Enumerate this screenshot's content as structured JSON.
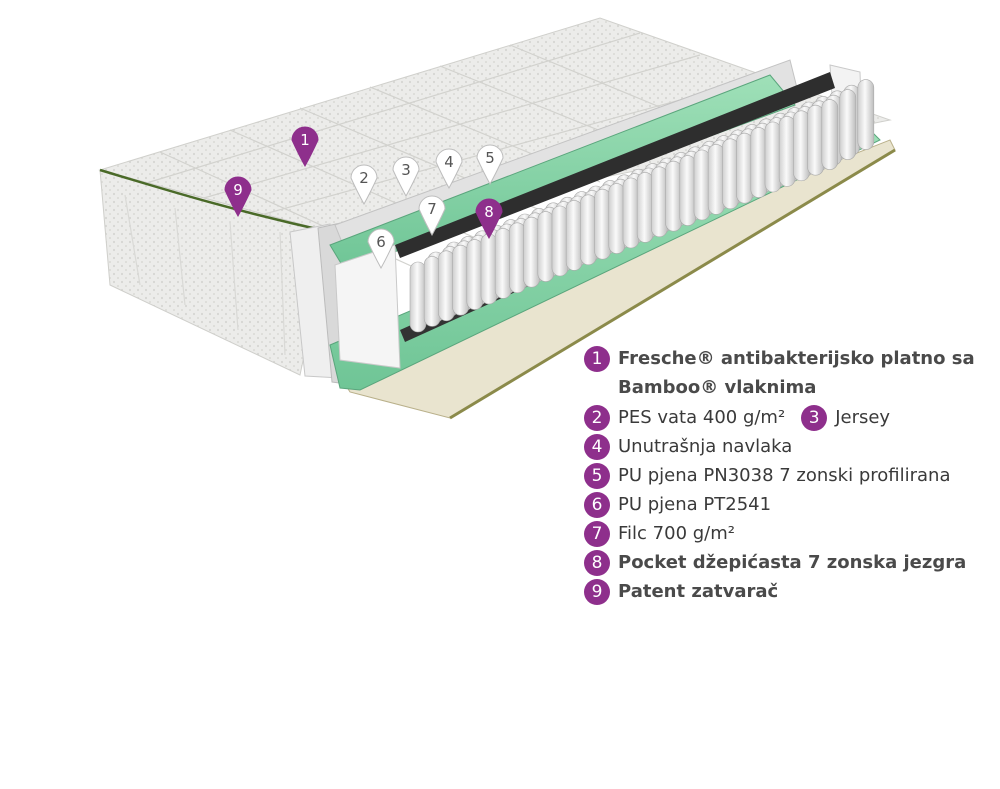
{
  "colors": {
    "accent": "#8e2f8c",
    "foam_green": "#86d3a4",
    "fabric": "#e8e8e6",
    "springs_dark": "#2b2b2b"
  },
  "markers": [
    {
      "num": "1",
      "style": "filled"
    },
    {
      "num": "2",
      "style": "outline"
    },
    {
      "num": "3",
      "style": "outline"
    },
    {
      "num": "4",
      "style": "outline"
    },
    {
      "num": "5",
      "style": "outline"
    },
    {
      "num": "6",
      "style": "outline"
    },
    {
      "num": "7",
      "style": "outline"
    },
    {
      "num": "8",
      "style": "filled"
    },
    {
      "num": "9",
      "style": "filled"
    }
  ],
  "legend": [
    {
      "num": "1",
      "style": "filled",
      "text": "Fresche® antibakterijsko platno sa Bamboo® vlaknima",
      "bold": true
    },
    {
      "num": "2",
      "style": "filled",
      "text": "PES vata 400 g/m²",
      "bold": false,
      "extra": {
        "num": "3",
        "style": "filled",
        "text": "Jersey"
      }
    },
    {
      "num": "4",
      "style": "filled",
      "text": "Unutrašnja navlaka",
      "bold": false
    },
    {
      "num": "5",
      "style": "filled",
      "text": "PU pjena PN3038 7 zonski profilirana",
      "bold": false
    },
    {
      "num": "6",
      "style": "filled",
      "text": "PU pjena PT2541",
      "bold": false
    },
    {
      "num": "7",
      "style": "filled",
      "text": "Filc 700 g/m²",
      "bold": false
    },
    {
      "num": "8",
      "style": "filled",
      "text": "Pocket džepićasta 7 zonska jezgra",
      "bold": true
    },
    {
      "num": "9",
      "style": "filled",
      "text": "Patent zatvarač",
      "bold": true
    }
  ]
}
